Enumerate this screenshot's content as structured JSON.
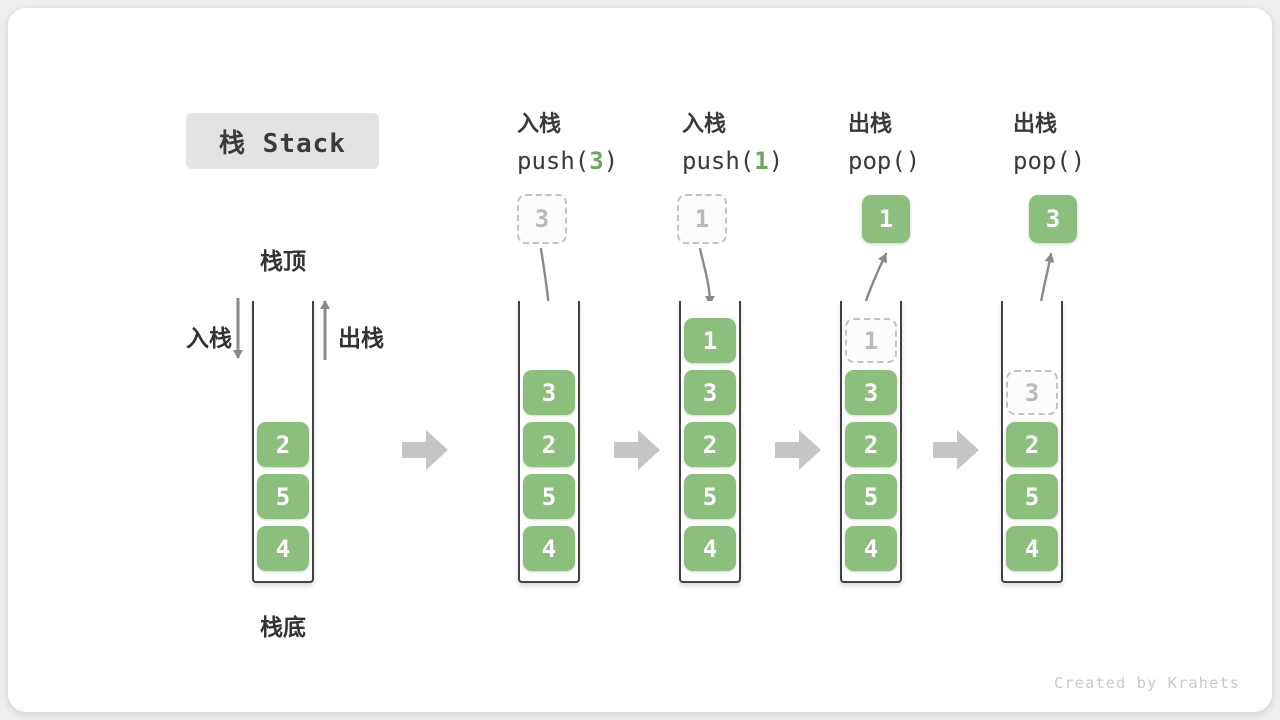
{
  "title": {
    "text": "栈 Stack"
  },
  "labels": {
    "stack_top": "栈顶",
    "stack_bottom": "栈底",
    "push": "入栈",
    "pop": "出栈"
  },
  "colors": {
    "cell_green": "#8CBE7E",
    "digit_green": "#6BA65B",
    "arrow_gray": "#8a8a8a",
    "block_arrow_gray": "#c5c5c5",
    "dashed_border": "#c2c2c2",
    "title_bg": "#e3e3e3",
    "text_dark": "#3a3a3a",
    "muted_text": "#b9b9b9"
  },
  "columns": [
    {
      "name": "state-initial",
      "cells": [
        {
          "value": "2",
          "type": "solid"
        },
        {
          "value": "5",
          "type": "solid"
        },
        {
          "value": "4",
          "type": "solid"
        }
      ]
    },
    {
      "name": "state-push-3",
      "header": {
        "op": "入栈",
        "code_pre": "push(",
        "code_arg": "3",
        "code_post": ")"
      },
      "floating": {
        "value": "3",
        "type": "dashed"
      },
      "cells": [
        {
          "value": "3",
          "type": "solid"
        },
        {
          "value": "2",
          "type": "solid"
        },
        {
          "value": "5",
          "type": "solid"
        },
        {
          "value": "4",
          "type": "solid"
        }
      ]
    },
    {
      "name": "state-push-1",
      "header": {
        "op": "入栈",
        "code_pre": "push(",
        "code_arg": "1",
        "code_post": ")"
      },
      "floating": {
        "value": "1",
        "type": "dashed"
      },
      "cells": [
        {
          "value": "1",
          "type": "solid"
        },
        {
          "value": "3",
          "type": "solid"
        },
        {
          "value": "2",
          "type": "solid"
        },
        {
          "value": "5",
          "type": "solid"
        },
        {
          "value": "4",
          "type": "solid"
        }
      ]
    },
    {
      "name": "state-pop-1",
      "header": {
        "op": "出栈",
        "code_pre": "pop()",
        "code_arg": "",
        "code_post": ""
      },
      "floating": {
        "value": "1",
        "type": "solid"
      },
      "cells": [
        {
          "value": "1",
          "type": "ghost"
        },
        {
          "value": "3",
          "type": "solid"
        },
        {
          "value": "2",
          "type": "solid"
        },
        {
          "value": "5",
          "type": "solid"
        },
        {
          "value": "4",
          "type": "solid"
        }
      ]
    },
    {
      "name": "state-pop-3",
      "header": {
        "op": "出栈",
        "code_pre": "pop()",
        "code_arg": "",
        "code_post": ""
      },
      "floating": {
        "value": "3",
        "type": "solid"
      },
      "cells": [
        {
          "value": "3",
          "type": "ghost"
        },
        {
          "value": "2",
          "type": "solid"
        },
        {
          "value": "5",
          "type": "solid"
        },
        {
          "value": "4",
          "type": "solid"
        }
      ]
    }
  ],
  "credit": "Created by Krahets"
}
